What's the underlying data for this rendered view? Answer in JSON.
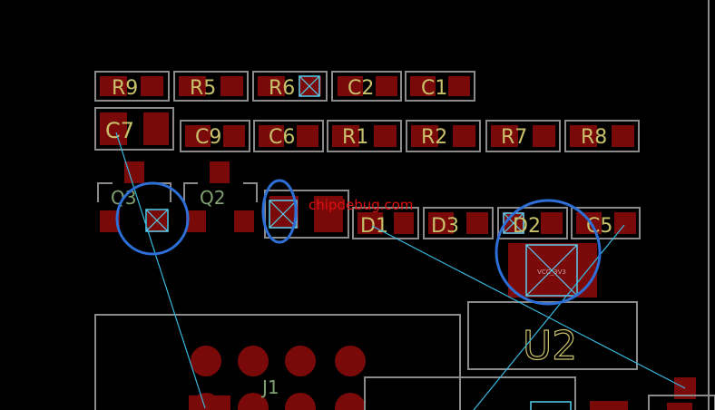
{
  "colors": {
    "background": "#000000",
    "silkscreen": "#8a8a8a",
    "pad": "#7a0a0a",
    "refdes_text": "#c9c06a",
    "ratsnest": "#39b8e0",
    "via_box": "#55d0f0",
    "highlight_circle": "#2d6fd6",
    "watermark": "#e01010"
  },
  "components": [
    {
      "name": "refdes-r9",
      "ref": "R9"
    },
    {
      "name": "refdes-r5",
      "ref": "R5"
    },
    {
      "name": "refdes-r6",
      "ref": "R6"
    },
    {
      "name": "refdes-c2",
      "ref": "C2"
    },
    {
      "name": "refdes-c1",
      "ref": "C1"
    },
    {
      "name": "refdes-c7",
      "ref": "C7"
    },
    {
      "name": "refdes-c9",
      "ref": "C9"
    },
    {
      "name": "refdes-c6",
      "ref": "C6"
    },
    {
      "name": "refdes-r1",
      "ref": "R1"
    },
    {
      "name": "refdes-r2",
      "ref": "R2"
    },
    {
      "name": "refdes-r7",
      "ref": "R7"
    },
    {
      "name": "refdes-r8",
      "ref": "R8"
    },
    {
      "name": "refdes-q3",
      "ref": "Q3"
    },
    {
      "name": "refdes-q2",
      "ref": "Q2"
    },
    {
      "name": "refdes-d1",
      "ref": "D1"
    },
    {
      "name": "refdes-d3",
      "ref": "D3"
    },
    {
      "name": "refdes-d2",
      "ref": "D2"
    },
    {
      "name": "refdes-c5",
      "ref": "C5"
    },
    {
      "name": "refdes-u2",
      "ref": "U2"
    },
    {
      "name": "refdes-j1",
      "ref": "J1"
    }
  ],
  "watermark": "chipdebug.com",
  "pad_labels": {
    "u2_center": "VCC_3V3"
  }
}
